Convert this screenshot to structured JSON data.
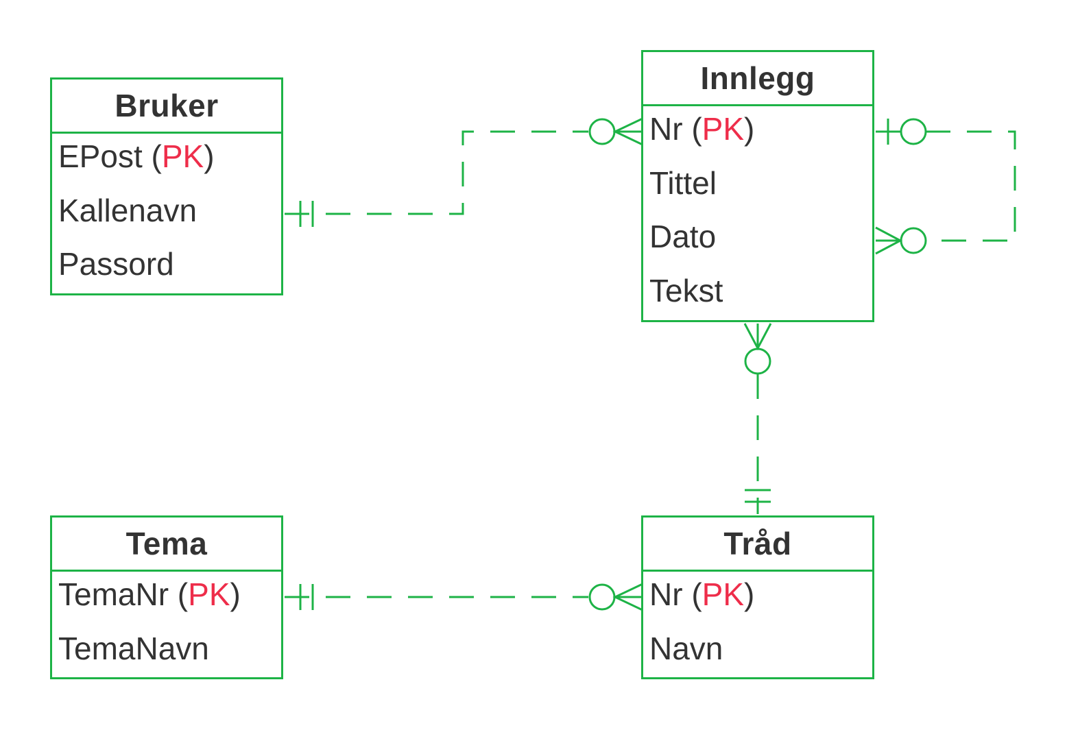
{
  "colors": {
    "line": "#1db346",
    "text": "#333333",
    "pk": "#ee2d4a"
  },
  "entities": {
    "bruker": {
      "title": "Bruker",
      "attrs": [
        {
          "name": "EPost",
          "pk": true
        },
        {
          "name": "Kallenavn",
          "pk": false
        },
        {
          "name": "Passord",
          "pk": false
        }
      ]
    },
    "innlegg": {
      "title": "Innlegg",
      "attrs": [
        {
          "name": "Nr",
          "pk": true
        },
        {
          "name": "Tittel",
          "pk": false
        },
        {
          "name": "Dato",
          "pk": false
        },
        {
          "name": "Tekst",
          "pk": false
        }
      ]
    },
    "tema": {
      "title": "Tema",
      "attrs": [
        {
          "name": "TemaNr",
          "pk": true
        },
        {
          "name": "TemaNavn",
          "pk": false
        }
      ]
    },
    "traad": {
      "title": "Tråd",
      "attrs": [
        {
          "name": "Nr",
          "pk": true
        },
        {
          "name": "Navn",
          "pk": false
        }
      ]
    }
  },
  "pk_label": "PK",
  "relationships": [
    {
      "from": "Bruker",
      "to": "Innlegg",
      "from_cardinality": "one-and-only-one",
      "to_cardinality": "zero-or-many"
    },
    {
      "from": "Tråd",
      "to": "Innlegg",
      "from_cardinality": "one-and-only-one",
      "to_cardinality": "zero-or-many"
    },
    {
      "from": "Tema",
      "to": "Tråd",
      "from_cardinality": "one-and-only-one",
      "to_cardinality": "zero-or-many"
    },
    {
      "from": "Innlegg",
      "to": "Innlegg",
      "from_cardinality": "zero-or-one",
      "to_cardinality": "zero-or-many"
    }
  ]
}
